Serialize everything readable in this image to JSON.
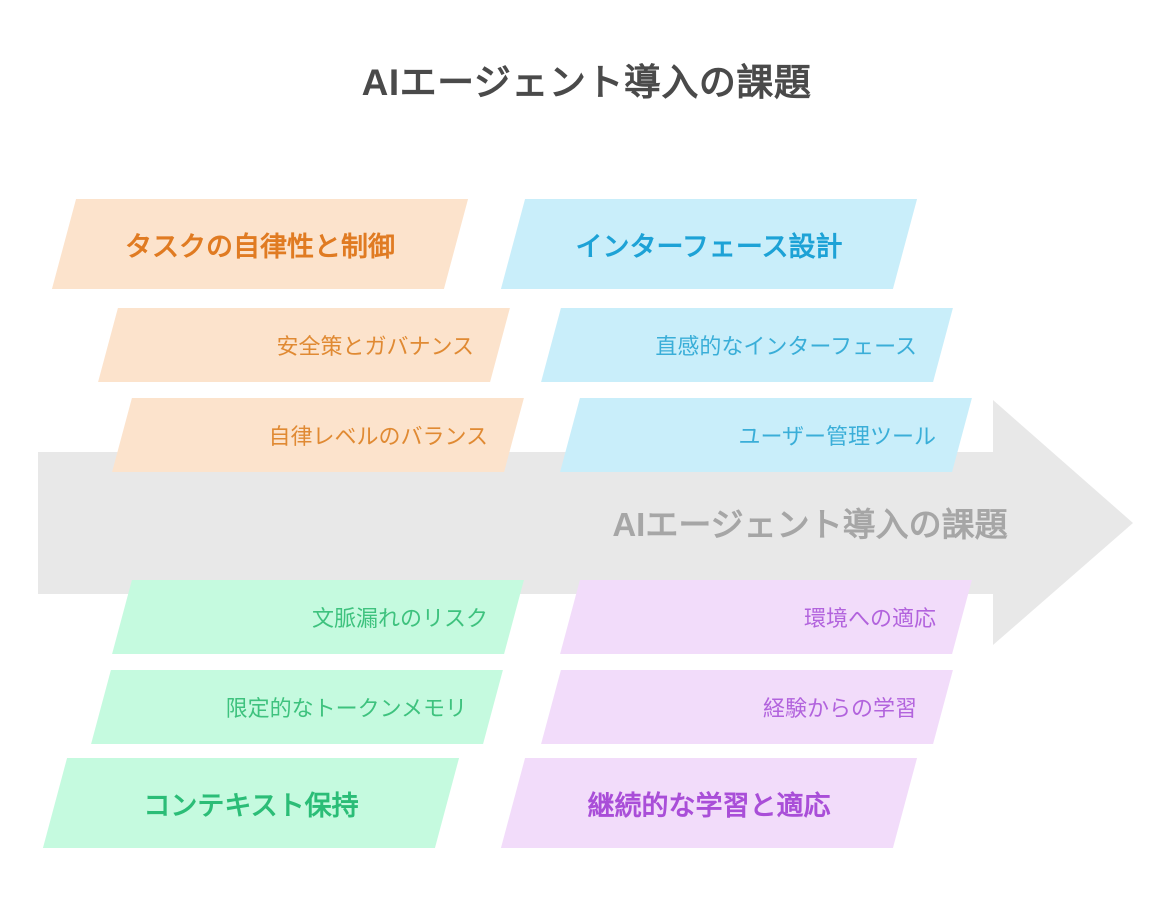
{
  "title": "AIエージェント導入の課題",
  "arrow": {
    "label": "AIエージェント導入の課題",
    "color": "#e8e8e8",
    "text_color": "#a6a6a6"
  },
  "colors": {
    "title_text": "#4a4a4a",
    "orange_fill": "#fce3cc",
    "orange_text": "#e07b22",
    "blue_fill": "#c9eefa",
    "blue_text": "#1da2d6",
    "green_fill": "#c5fadf",
    "green_text": "#2bbd77",
    "purple_fill": "#f2dcfa",
    "purple_text": "#a94ed8",
    "background": "#ffffff"
  },
  "quadrants": [
    {
      "id": "top-left",
      "theme": "orange",
      "header": "タスクの自律性と制御",
      "items": [
        "安全策とガバナンス",
        "自律レベルのバランス"
      ]
    },
    {
      "id": "top-right",
      "theme": "blue",
      "header": "インターフェース設計",
      "items": [
        "直感的なインターフェース",
        "ユーザー管理ツール"
      ]
    },
    {
      "id": "bottom-left",
      "theme": "green",
      "header": "コンテキスト保持",
      "items": [
        "文脈漏れのリスク",
        "限定的なトークンメモリ"
      ]
    },
    {
      "id": "bottom-right",
      "theme": "purple",
      "header": "継続的な学習と適応",
      "items": [
        "環境への適応",
        "経験からの学習"
      ]
    }
  ]
}
